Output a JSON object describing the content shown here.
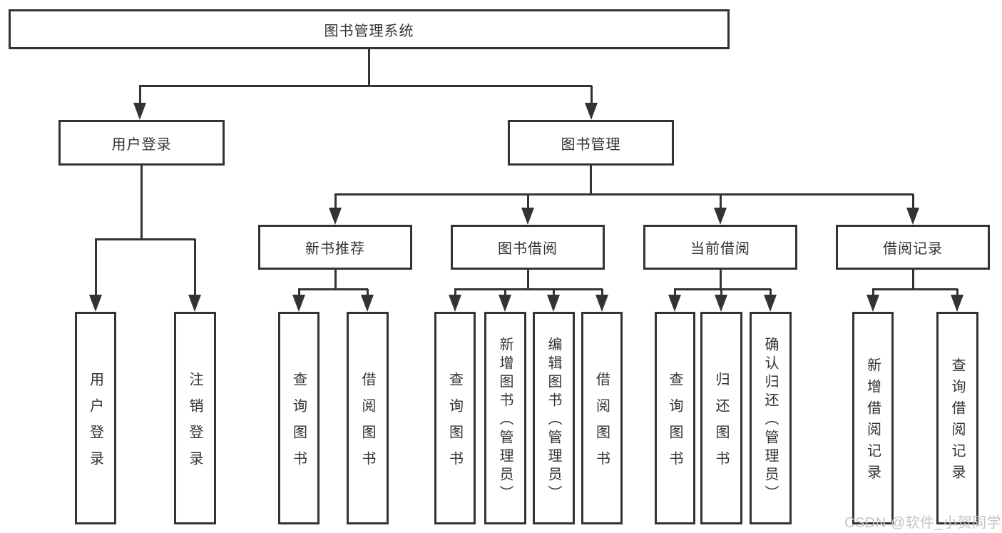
{
  "diagram": {
    "root": {
      "label": "图书管理系统"
    },
    "branches": [
      {
        "label": "用户登录",
        "children": [
          {
            "label": "用户登录"
          },
          {
            "label": "注销登录"
          }
        ]
      },
      {
        "label": "图书管理",
        "children": [
          {
            "label": "新书推荐",
            "children": [
              {
                "label": "查询图书"
              },
              {
                "label": "借阅图书"
              }
            ]
          },
          {
            "label": "图书借阅",
            "children": [
              {
                "label": "查询图书"
              },
              {
                "label": "新增图书（管理员）"
              },
              {
                "label": "编辑图书（管理员）"
              },
              {
                "label": "借阅图书"
              }
            ]
          },
          {
            "label": "当前借阅",
            "children": [
              {
                "label": "查询图书"
              },
              {
                "label": "归还图书"
              },
              {
                "label": "确认归还（管理员）"
              }
            ]
          },
          {
            "label": "借阅记录",
            "children": [
              {
                "label": "新增借阅记录"
              },
              {
                "label": "查询借阅记录"
              }
            ]
          }
        ]
      }
    ]
  },
  "watermark": {
    "text": "CSDN @软件_小贺同学"
  },
  "colors": {
    "line": "#333333",
    "text": "#333333",
    "box_background": "#ffffff",
    "page_background": "#ffffff",
    "watermark": "#cbc2c2"
  }
}
